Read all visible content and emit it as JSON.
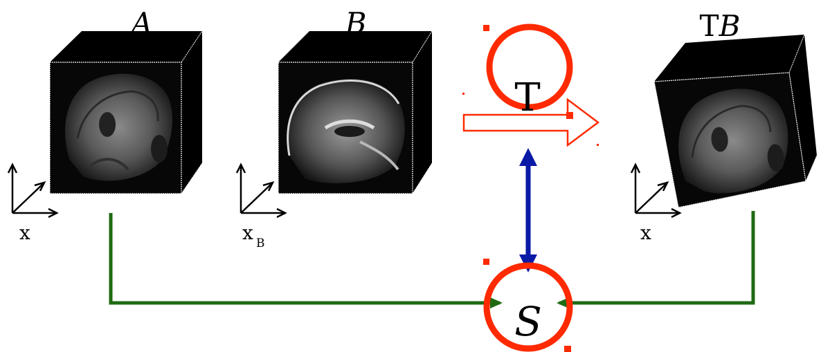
{
  "labels": {
    "volume_a": "A",
    "volume_b": "B",
    "volume_tb_prefix": "T",
    "volume_tb_suffix": "B",
    "transform": "T",
    "similarity": "S",
    "axis_a": "x",
    "axis_b": "x",
    "axis_b_sub": "B",
    "axis_tb": "x"
  },
  "icons": {
    "volume_a": "brain-mri-cube-icon",
    "volume_b": "brain-mri-cube-icon",
    "volume_tb": "rotated-brain-mri-cube-icon",
    "axes": "coordinate-axes-icon",
    "transform_arrow": "transform-arrow-icon"
  },
  "colors": {
    "red": "#ff2a00",
    "green": "#1f6b12",
    "blue": "#0a1aa6",
    "cube": "#000000",
    "background": "#ffffff"
  }
}
